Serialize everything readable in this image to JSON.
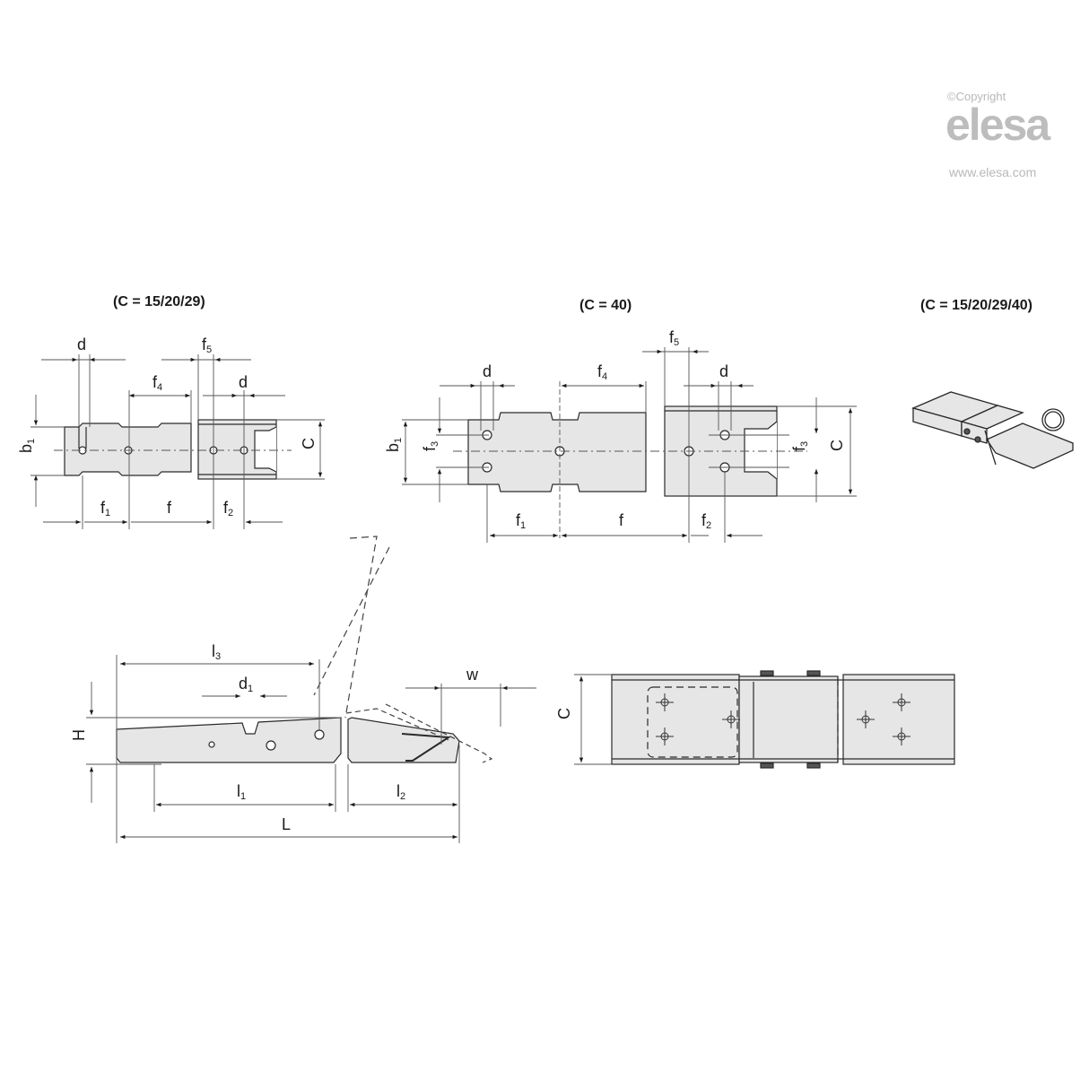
{
  "watermark": {
    "copyright": "©Copyright",
    "brand": "elesa",
    "url": "www.elesa.com"
  },
  "captions": {
    "view_small": "(C = 15/20/29)",
    "view_large": "(C = 40)",
    "view_iso": "(C = 15/20/29/40)"
  },
  "dimensions": {
    "d": "d",
    "d1": "d",
    "d1_sub": "1",
    "f": "f",
    "f1": "f",
    "f1_sub": "1",
    "f2": "f",
    "f2_sub": "2",
    "f3": "f",
    "f3_sub": "3",
    "f4": "f",
    "f4_sub": "4",
    "f5": "f",
    "f5_sub": "5",
    "b1": "b",
    "b1_sub": "1",
    "C": "C",
    "H": "H",
    "L": "L",
    "l1": "l",
    "l1_sub": "1",
    "l2": "l",
    "l2_sub": "2",
    "l3": "l",
    "l3_sub": "3",
    "w": "w"
  },
  "colors": {
    "part_fill": "#e6e6e6",
    "line": "#2a2a2a",
    "dim_line": "#555555",
    "watermark": "#bdbdbd"
  }
}
